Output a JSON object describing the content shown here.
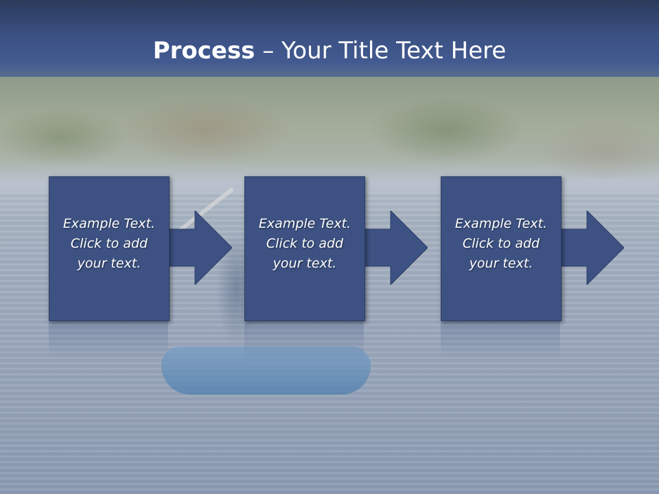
{
  "title": {
    "bold": "Process",
    "rest": " – Your Title Text Here"
  },
  "steps": [
    {
      "line1": "Example Text.",
      "line2": "Click  to add",
      "line3": "your text."
    },
    {
      "line1": "Example Text.",
      "line2": "Click  to add",
      "line3": "your text."
    },
    {
      "line1": "Example Text.",
      "line2": "Click  to add",
      "line3": "your text."
    }
  ],
  "colors": {
    "box": "#3d5283",
    "title_bar": "#3c5285",
    "text": "#ffffff"
  },
  "icons": [
    "right-arrow-icon",
    "right-arrow-icon",
    "right-arrow-icon"
  ]
}
